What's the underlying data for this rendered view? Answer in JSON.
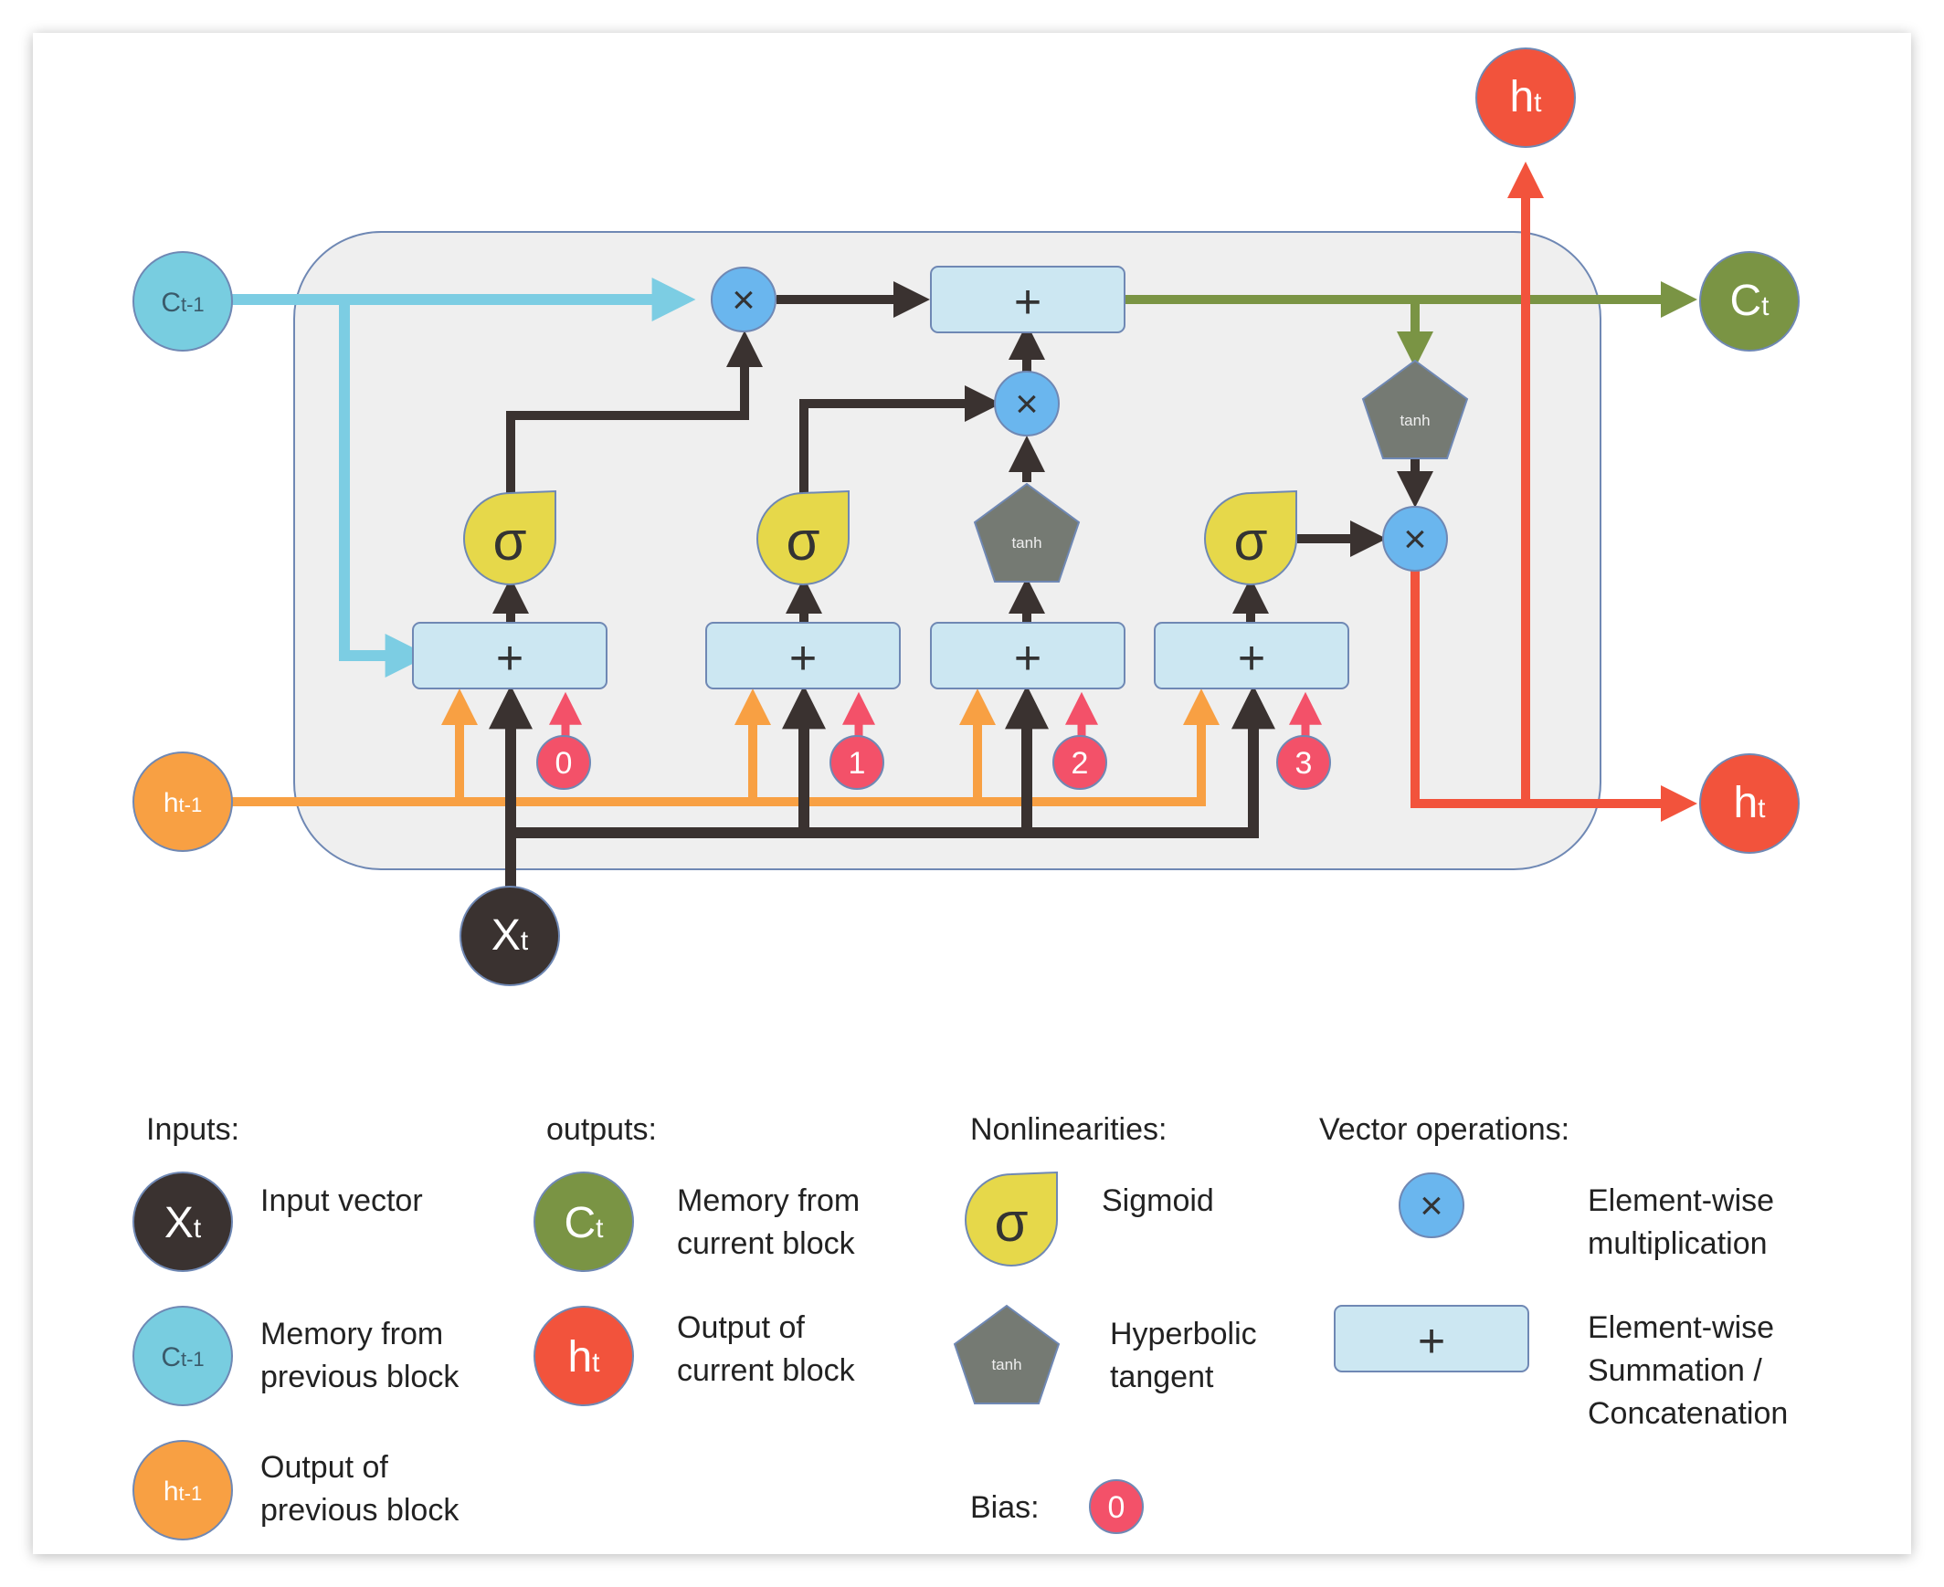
{
  "diagram": {
    "inputs": {
      "c_prev": {
        "main": "C",
        "sub": "t-1"
      },
      "h_prev": {
        "main": "h",
        "sub": "t-1"
      },
      "x": {
        "main": "X",
        "sub": "t"
      }
    },
    "outputs": {
      "c": {
        "main": "C",
        "sub": "t"
      },
      "h_top": {
        "main": "h",
        "sub": "t"
      },
      "h_right": {
        "main": "h",
        "sub": "t"
      }
    },
    "sigma_symbol": "σ",
    "tanh_label": "tanh",
    "plus_symbol": "+",
    "times_symbol": "×",
    "biases": [
      "0",
      "1",
      "2",
      "3"
    ]
  },
  "legend": {
    "headings": {
      "inputs": "Inputs:",
      "outputs": "outputs:",
      "nonlinearities": "Nonlinearities:",
      "vector_ops": "Vector operations:",
      "bias": "Bias:"
    },
    "items": {
      "x": {
        "sym_main": "X",
        "sym_sub": "t",
        "line1": "Input vector"
      },
      "c_prev": {
        "sym_main": "C",
        "sym_sub": "t-1",
        "line1": "Memory from",
        "line2": "previous block"
      },
      "h_prev": {
        "sym_main": "h",
        "sym_sub": "t-1",
        "line1": "Output of",
        "line2": "previous block"
      },
      "c": {
        "sym_main": "C",
        "sym_sub": "t",
        "line1": "Memory from",
        "line2": "current block"
      },
      "h": {
        "sym_main": "h",
        "sym_sub": "t",
        "line1": "Output of",
        "line2": "current block"
      },
      "sigmoid": {
        "sym": "σ",
        "line1": "Sigmoid"
      },
      "tanh": {
        "sym": "tanh",
        "line1": "Hyperbolic",
        "line2": "tangent"
      },
      "mult": {
        "sym": "×",
        "line1": "Element-wise",
        "line2": "multiplication"
      },
      "sum": {
        "sym": "+",
        "line1": "Element-wise",
        "line2": "Summation /",
        "line3": "Concatenation"
      },
      "bias": {
        "sym": "0"
      }
    }
  },
  "colors": {
    "cyan_line": "#7ccde3",
    "cyan_node": "#78cde0",
    "orange": "#f8a043",
    "black": "#3a3230",
    "green": "#7a9444",
    "red": "#f2533c",
    "blue_op": "#6ab6ee",
    "yellow": "#e6d84a",
    "gray_tanh": "#757a73",
    "box_fill": "#cce7f2",
    "bias_pink": "#f35169",
    "container": "#efefef"
  }
}
